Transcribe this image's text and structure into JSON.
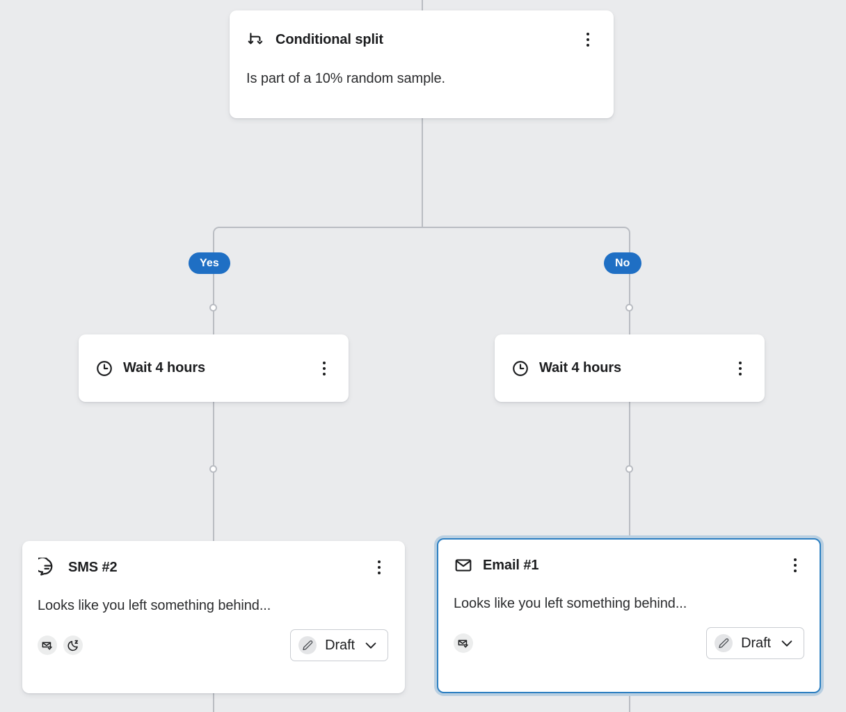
{
  "canvas": {
    "background_color": "#eaebed",
    "accent_color": "#1f6fc4",
    "selection_color": "#2d7fc1",
    "connector_color": "#b9bcc2"
  },
  "nodes": {
    "conditional_split": {
      "icon": "split-arrows-icon",
      "title": "Conditional split",
      "description": "Is part of a 10% random sample.",
      "menu_icon": "kebab-menu-icon"
    },
    "wait_yes": {
      "icon": "clock-icon",
      "title": "Wait 4 hours",
      "menu_icon": "kebab-menu-icon"
    },
    "wait_no": {
      "icon": "clock-icon",
      "title": "Wait 4 hours",
      "menu_icon": "kebab-menu-icon"
    },
    "sms_2": {
      "icon": "chat-bubble-icon",
      "title": "SMS #2",
      "preview": "Looks like you left something behind...",
      "menu_icon": "kebab-menu-icon",
      "footer_icons": [
        "envelope-check-icon",
        "moon-quiet-hours-icon"
      ],
      "status": {
        "icon": "pencil-icon",
        "label": "Draft",
        "chevron": "chevron-down-icon"
      },
      "selected": false
    },
    "email_1": {
      "icon": "envelope-icon",
      "title": "Email #1",
      "preview": "Looks like you left something behind...",
      "menu_icon": "kebab-menu-icon",
      "footer_icons": [
        "envelope-check-icon"
      ],
      "status": {
        "icon": "pencil-icon",
        "label": "Draft",
        "chevron": "chevron-down-icon"
      },
      "selected": true
    }
  },
  "branches": {
    "yes_label": "Yes",
    "no_label": "No"
  }
}
